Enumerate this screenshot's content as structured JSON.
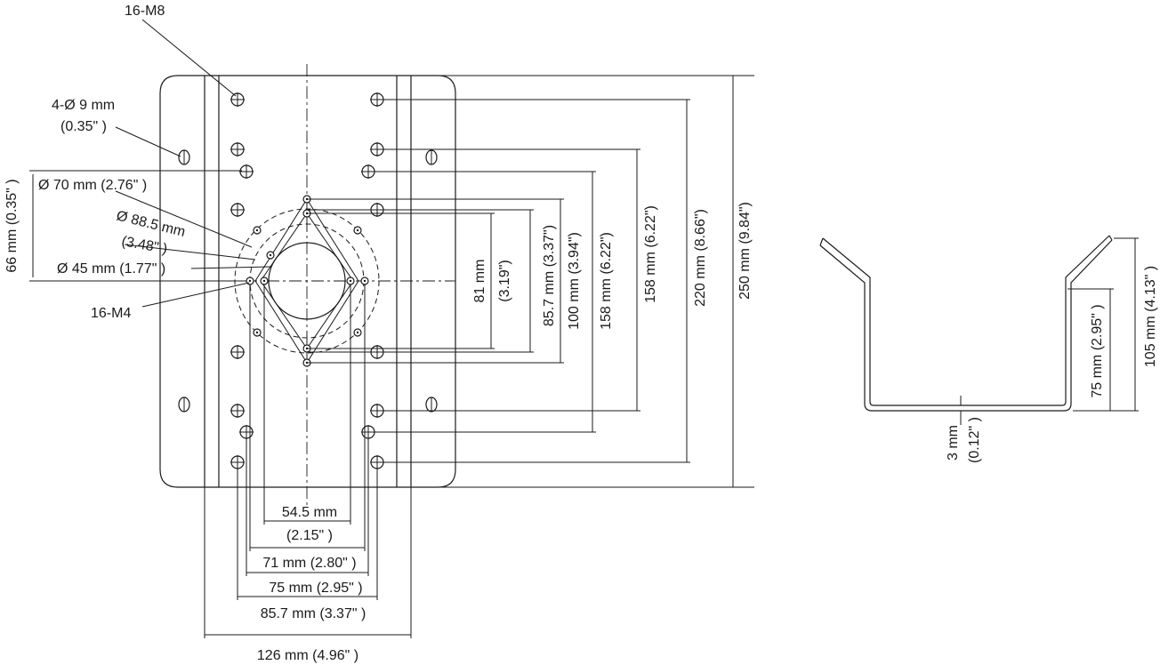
{
  "labels": {
    "m8": "16-M8",
    "hole_count": "4-Ø 9 mm",
    "hole_count_in": "(0.35\" )",
    "d70": "Ø 70 mm (2.76\" )",
    "d885": "Ø 88.5 mm",
    "d885_in": "(3.48\" )",
    "d45": "Ø 45 mm (1.77\" )",
    "m4": "16-M4",
    "h66": "66 mm (0.35\" )",
    "w545": "54.5 mm",
    "w545_in": "(2.15\" )",
    "w71": "71 mm (2.80\" )",
    "w75": "75 mm (2.95\" )",
    "w857": "85.7 mm (3.37\" )",
    "w126": "126 mm (4.96\" )",
    "v81": "81 mm",
    "v81_in": "(3.19\")",
    "v857": "85.7 mm (3.37\")",
    "v100": "100 mm (3.94\")",
    "v158a": "158 mm (6.22\")",
    "v158b": "158 mm (6.22\")",
    "v220": "220 mm (8.66\")",
    "v250": "250 mm (9.84\")",
    "v105": "105 mm (4.13\" )",
    "v75b": "75 mm (2.95\" )",
    "t3": "3 mm",
    "t3_in": "(0.12\" )"
  },
  "colors": {
    "line": "#1a1a1a",
    "background": "#ffffff"
  }
}
